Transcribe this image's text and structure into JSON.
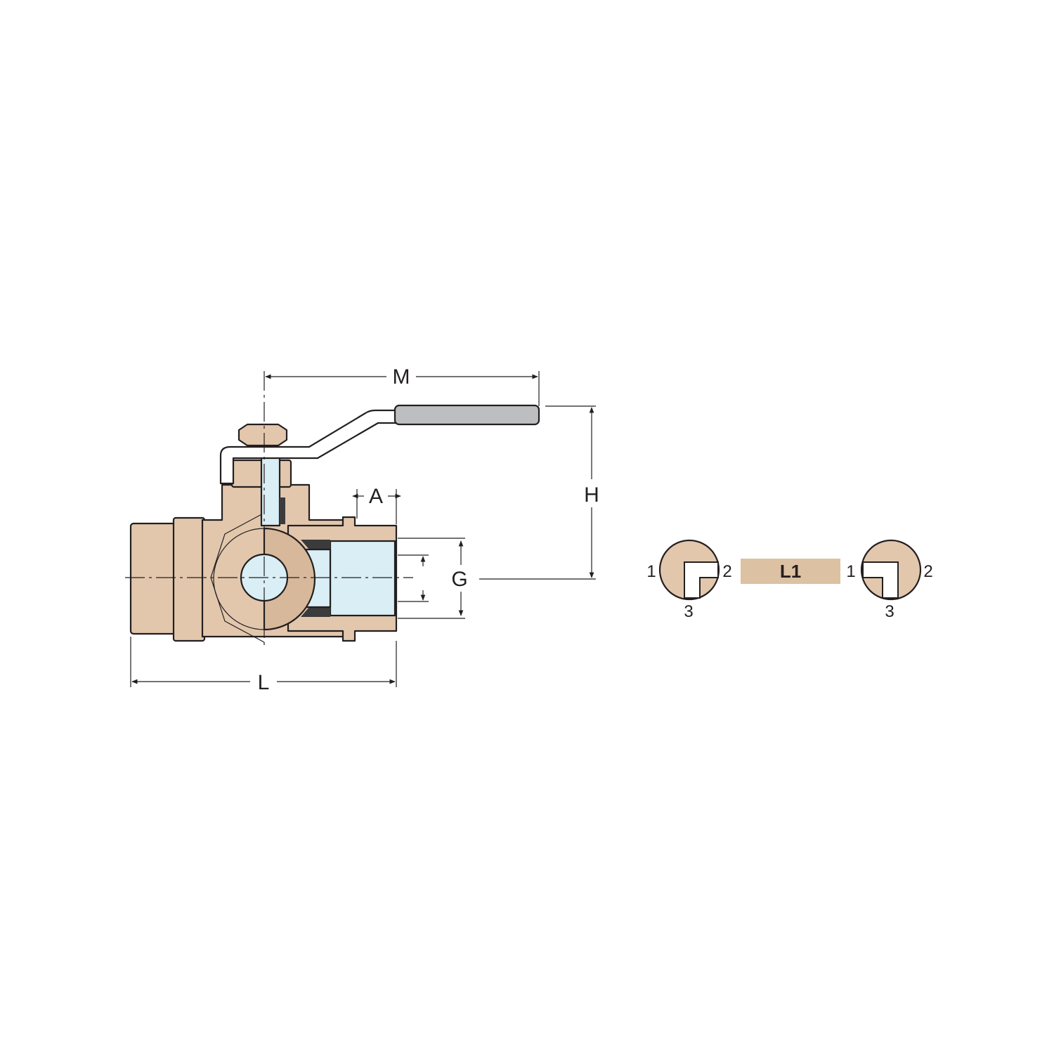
{
  "colors": {
    "bronze": "#e2c7ad",
    "bronze_dark": "#d7b89a",
    "bore": "#d9eef5",
    "handle_grip": "#bdbec0",
    "seal": "#3b3b3b",
    "badge": "#dcc1a2",
    "line": "#231f20"
  },
  "dimensions": {
    "M": "M",
    "H": "H",
    "A": "A",
    "G": "G",
    "L": "L"
  },
  "flow_badge": {
    "label": "L1"
  },
  "port_diagrams": [
    {
      "port_1": "1",
      "port_2": "2",
      "port_3": "3"
    },
    {
      "port_1": "1",
      "port_2": "2",
      "port_3": "3"
    }
  ]
}
